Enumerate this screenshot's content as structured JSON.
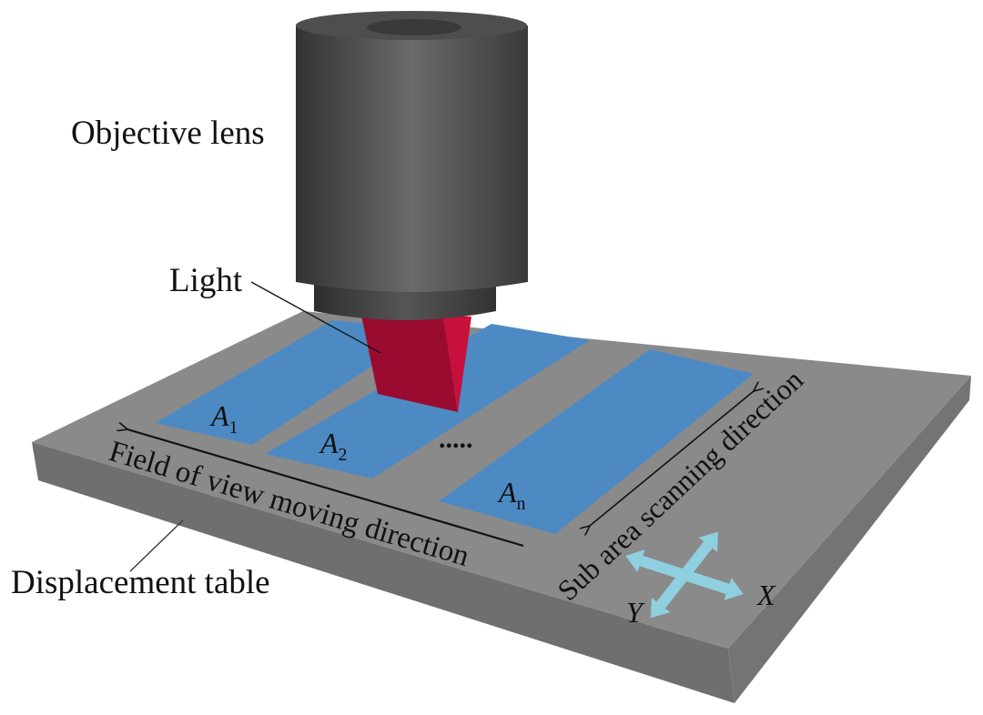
{
  "labels": {
    "objective_lens": "Objective lens",
    "light": "Light",
    "displacement_table": "Displacement table",
    "field_of_view": "Field of view moving direction",
    "sub_area": "Sub area scanning direction",
    "ellipsis": "....."
  },
  "areas": [
    {
      "letter": "A",
      "sub": "1"
    },
    {
      "letter": "A",
      "sub": "2"
    },
    {
      "letter": "A",
      "sub": "n"
    }
  ],
  "axes": {
    "x": "X",
    "y": "Y"
  },
  "colors": {
    "table_top": "#8a8a8a",
    "sub_area": "#4d8ac4",
    "light": "#c8103c",
    "lens": "#4a4a4a",
    "axis_arrows": "#8fd0e0"
  }
}
